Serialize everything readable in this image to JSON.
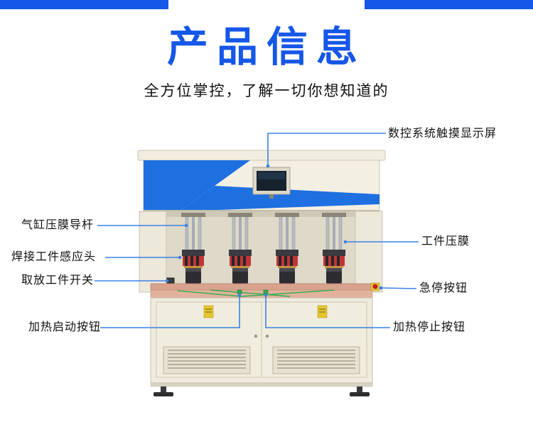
{
  "header": {
    "title": "产品信息",
    "subtitle": "全方位掌控，了解一切你想知道的"
  },
  "colors": {
    "accent": "#1557e8",
    "callout_line": "#3b82e6",
    "machine_panel": "#f2eee2",
    "machine_blue": "#1e6fe0",
    "table_top": "#d8a28c",
    "coil_red": "#c23535",
    "indicator_green": "#2fae4f"
  },
  "callouts": {
    "touch_screen": "数控系统触摸显示屏",
    "cylinder_guide_rod": "气缸压膜导杆",
    "welding_induction_head": "焊接工件感应头",
    "pick_place_switch": "取放工件开关",
    "workpiece_film": "工件压膜",
    "emergency_stop": "急停按钮",
    "heat_start_button": "加热启动按钮",
    "heat_stop_button": "加热停止按钮"
  }
}
